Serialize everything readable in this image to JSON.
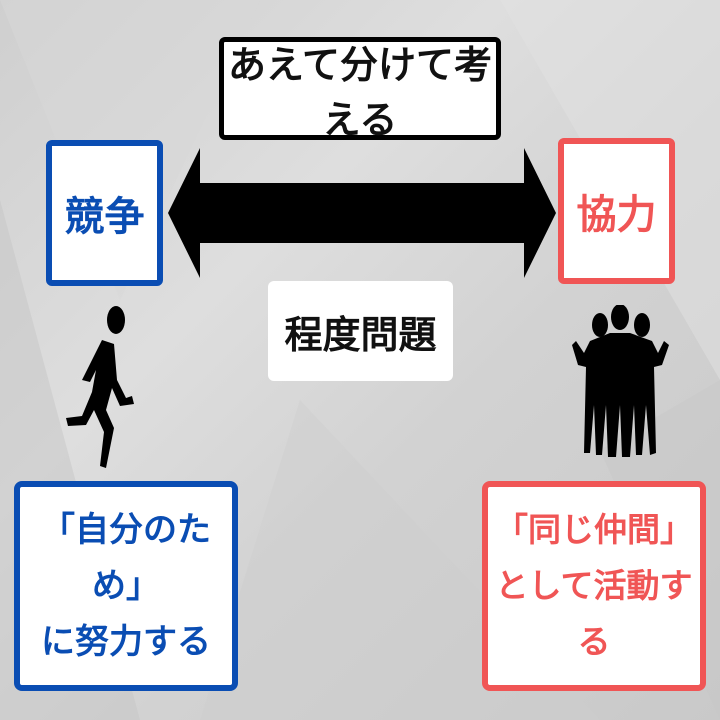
{
  "title": "あえて分けて考える",
  "left": {
    "label": "競争",
    "icon": "runner-icon",
    "description_line1": "「自分のため」",
    "description_line2": "に努力する",
    "color": "#0a4db3"
  },
  "right": {
    "label": "協力",
    "icon": "group-of-people-icon",
    "description_line1": "「同じ仲間」",
    "description_line2": "として活動する",
    "color": "#f05555"
  },
  "center": {
    "arrow": "double-headed-arrow-icon",
    "label": "程度問題"
  }
}
